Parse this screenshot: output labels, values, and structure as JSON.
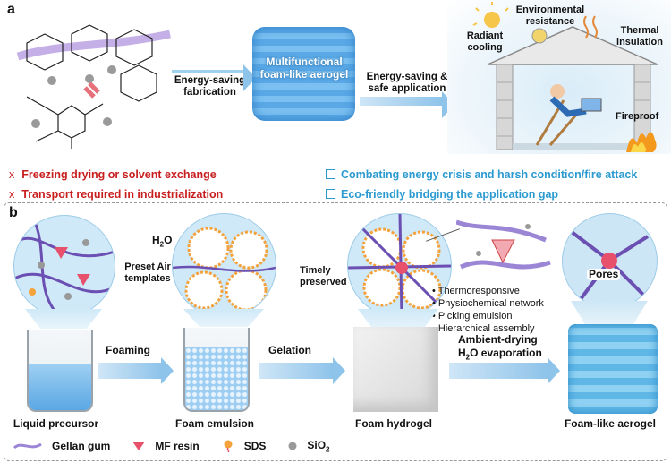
{
  "panel_a": {
    "letter": "a",
    "fabrication_label": "Energy-saving fabrication",
    "aerogel_label": "Multifunctional foam-like aerogel",
    "application_label": "Energy-saving & safe application",
    "house": {
      "radiant": "Radiant cooling",
      "env": "Environmental resistance",
      "thermal": "Thermal insulation",
      "fireproof": "Fireproof"
    },
    "cons": [
      "Freezing drying or solvent exchange",
      "Transport required in industrialization"
    ],
    "cons_marker": "x",
    "pros": [
      "Combating energy crisis and harsh condition/fire attack",
      "Eco-friendly bridging the application gap"
    ]
  },
  "panel_b": {
    "letter": "b",
    "h2o": "H",
    "h2o_sub": "2",
    "h2o_tail": "O",
    "preset": "Preset Air templates",
    "timely": "Timely preserved",
    "pores": "Pores",
    "bullets": [
      "Thermoresponsive",
      "Physiochemical network",
      "Picking emulsion",
      "Hierarchical assembly"
    ],
    "arrows": {
      "foaming": "Foaming",
      "gelation": "Gelation",
      "drying1": "Ambient-drying",
      "drying2_pre": "H",
      "drying2_sub": "2",
      "drying2_post": "O evaporation"
    },
    "stages": [
      "Liquid precursor",
      "Foam emulsion",
      "Foam hydrogel",
      "Foam-like aerogel"
    ],
    "legend": {
      "gellan": "Gellan gum",
      "mf": "MF resin",
      "sds": "SDS",
      "sio2_pre": "SiO",
      "sio2_sub": "2"
    }
  },
  "colors": {
    "red": "#c81e1e",
    "blue": "#2b9ad0",
    "purple": "#6b4fb3"
  }
}
